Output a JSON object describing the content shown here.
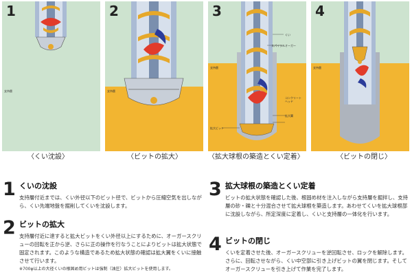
{
  "colors": {
    "ground": "#cde3cf",
    "support_layer": "#f2b531",
    "casing": "#aabbd4",
    "spiral": "#e6a82a",
    "shaft": "#7a8fae",
    "bit": "#c8cfd8",
    "red": "#e23b2a",
    "blue": "#2b3c9a",
    "text": "#333333"
  },
  "panels": [
    {
      "number": "1",
      "caption": "〈くい沈設〉",
      "labels": []
    },
    {
      "number": "2",
      "caption": "〈ビットの拡大〉",
      "labels": [
        "支持層"
      ]
    },
    {
      "number": "3",
      "caption": "〈拡大球根の築造とくい定着〉",
      "labels": [
        "くい",
        "スパイラルオーガー",
        "支持層",
        "コンクリートヘッド",
        "拡大翼",
        "拡大ビット"
      ]
    },
    {
      "number": "4",
      "caption": "〈ビットの閉じ〉",
      "labels": [
        "支持層"
      ]
    }
  ],
  "panel1_labels": [
    "支持層"
  ],
  "sections": [
    {
      "number": "1",
      "title": "くいの沈設",
      "body": "支持層付近までは、くい外径以下のビット径で、ビットから圧縮空気を出しながら、くい先端地盤を掘削してくいを沈設します。"
    },
    {
      "number": "2",
      "title": "ビットの拡大",
      "body": "支持層付近に達すると拡大ビットをくい外径以上にするために、オーガースクリューの回転を正から逆、さらに正の操作を行なうことによりビットは拡大状態で固定されます。このような構造であるため拡大状態の確認は拡大翼をくいに接触させて行います。",
      "note": "※700φ以上の大径くいの根固め用ビットは強制（油圧）拡大ビットを使用します。"
    },
    {
      "number": "3",
      "title": "拡大球根の築造とくい定着",
      "body": "ビットの拡大状態を確認した後、根固め材を注入しながら支持層を掘拌し、支持層の砂・礫と十分混合させて拡大球根を築造します。あわせてくいを拡大球根部に沈設しながら、所定深度に定着し、くいと支持層の一体化を行います。"
    },
    {
      "number": "4",
      "title": "ビットの閉じ",
      "body": "くいを定着させた後、オーガースクリューを逆回転させ、ロックを解除します。さらに、回転させながら、くい中空部に引き上げビットの翼を閉じます。そしてオーガースクリューを引き上げて作業を完了します。"
    }
  ]
}
